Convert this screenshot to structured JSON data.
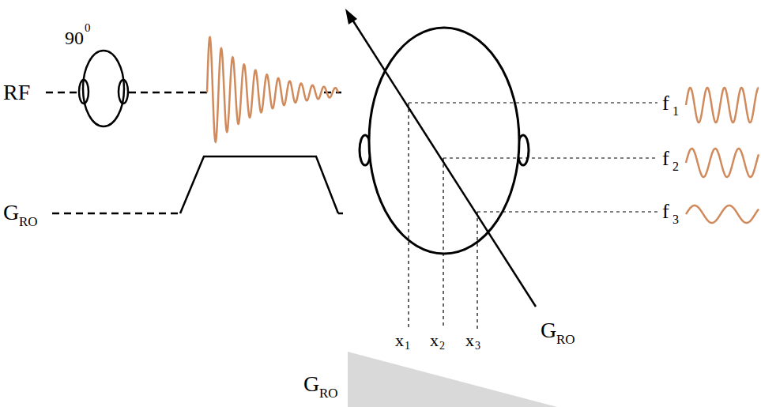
{
  "diagram": {
    "labels": [
      "90",
      "0",
      "RF",
      "G",
      "RO",
      "G",
      "RO",
      "G",
      "RO",
      "f",
      "1",
      "f",
      "2",
      "f",
      "3",
      "x",
      "1",
      "x",
      "2",
      "x",
      "3"
    ]
  }
}
